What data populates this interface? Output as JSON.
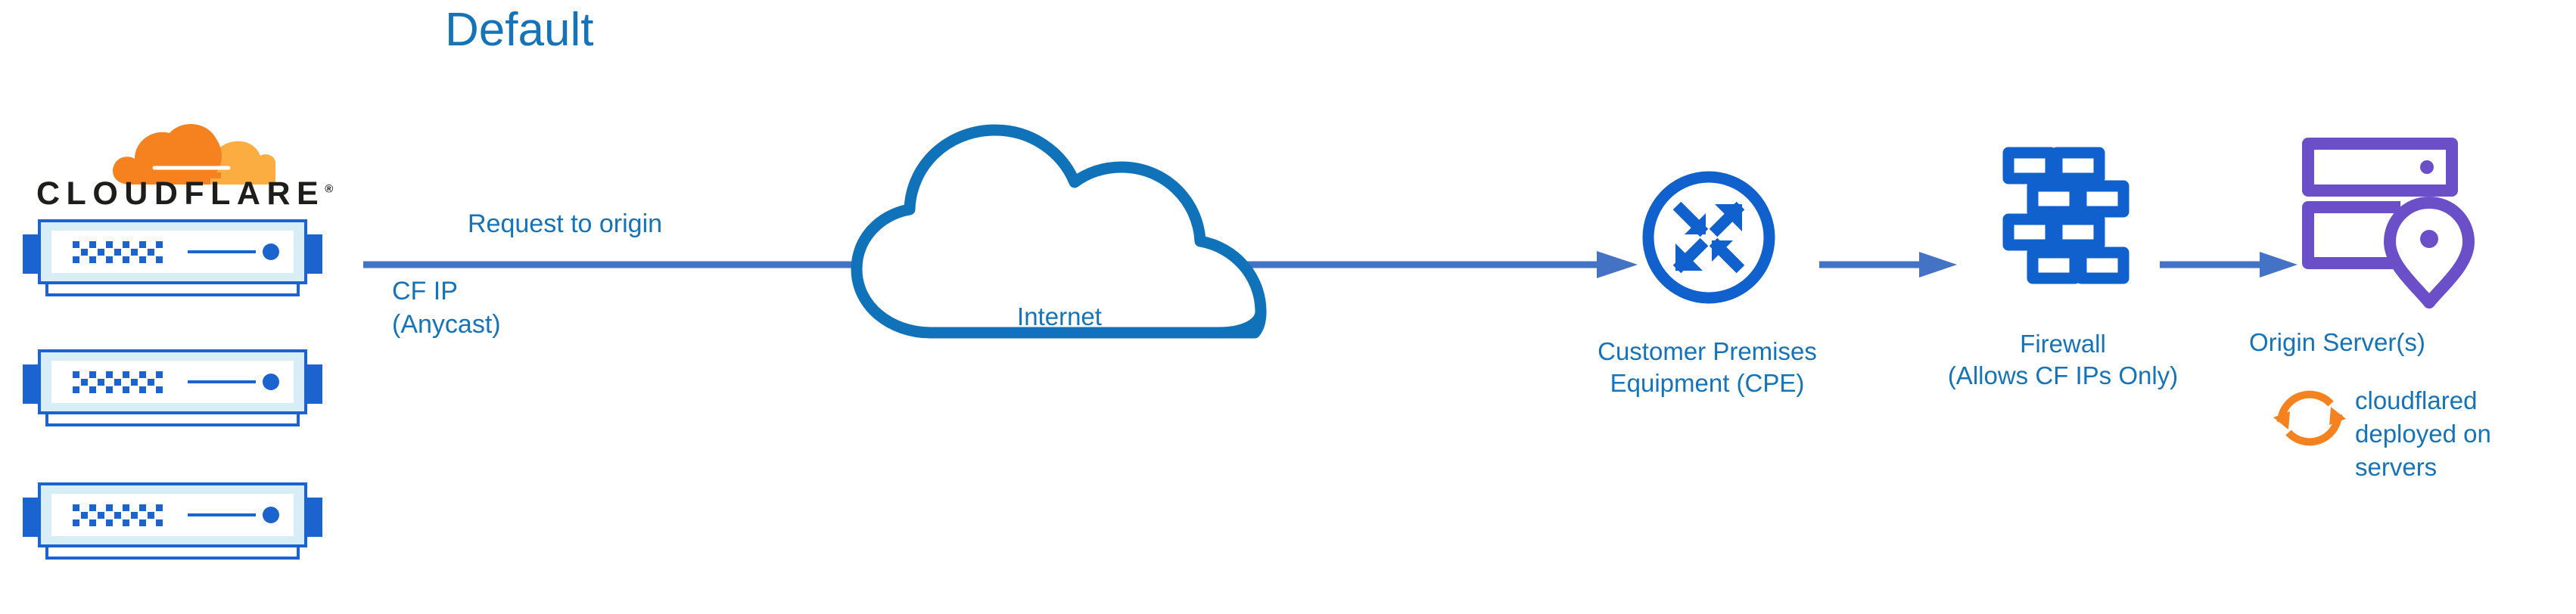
{
  "title": "Default",
  "brand": {
    "name": "CLOUDFLARE",
    "registered_mark": "®",
    "logo_icon": "cloudflare-cloud-logo"
  },
  "colors": {
    "title_blue": "#1573B9",
    "label_blue": "#1573B9",
    "arrow_blue": "#4472C4",
    "icon_blue": "#1060CE",
    "cloud_outline_blue": "#1073B9",
    "server_blue": "#1B64D0",
    "server_fill_light": "#D7EEF7",
    "origin_purple": "#6A4FC9",
    "cloudflare_orange": "#F6821F",
    "cloudflare_orange_light": "#FBAD41",
    "wordmark_black": "#1D1D1B"
  },
  "labels": {
    "request_to_origin": "Request to origin",
    "cf_ip": "CF IP\n(Anycast)",
    "cf_ip_line1": "CF IP",
    "cf_ip_line2": "(Anycast)",
    "internet": "Internet",
    "cpe_line1": "Customer Premises",
    "cpe_line2": "Equipment (CPE)",
    "firewall_line1": "Firewall",
    "firewall_line2": "(Allows CF IPs Only)",
    "origin_server": "Origin Server(s)",
    "cloudflared_note": "cloudflared deployed on servers"
  },
  "nodes": [
    {
      "id": "cloudflare-edge",
      "icon": "cloudflare-server-stack-icon",
      "count": 3,
      "label": "CLOUDFLARE"
    },
    {
      "id": "internet",
      "icon": "cloud-icon",
      "label": "Internet"
    },
    {
      "id": "cpe",
      "icon": "router-icon",
      "label": "Customer Premises Equipment (CPE)"
    },
    {
      "id": "firewall",
      "icon": "brick-wall-icon",
      "label": "Firewall (Allows CF IPs Only)"
    },
    {
      "id": "origin",
      "icon": "server-rack-location-pin-icon",
      "label": "Origin Server(s)"
    }
  ],
  "connections": [
    {
      "from": "cloudflare-edge",
      "to": "cpe",
      "label": "Request to origin",
      "through": "internet"
    },
    {
      "from": "cpe",
      "to": "firewall",
      "label": ""
    },
    {
      "from": "firewall",
      "to": "origin",
      "label": ""
    }
  ],
  "annotations": [
    {
      "icon": "refresh-cycle-icon",
      "color": "#F6821F",
      "text": "cloudflared deployed on servers",
      "attached_to": "origin"
    }
  ]
}
